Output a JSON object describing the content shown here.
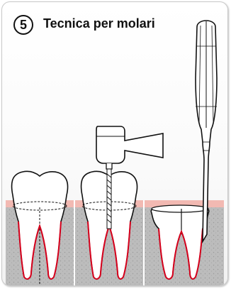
{
  "step": {
    "number": "5"
  },
  "title": {
    "text": "Tecnica per molari"
  },
  "colors": {
    "gum_fill": "#b8b8b8",
    "gum_edge": "#f2b9b2",
    "root_canal_line": "#d6001c",
    "outline": "#111111",
    "card_border": "#c9c9c9"
  },
  "panels": [
    {
      "name": "molar-before",
      "icon": "molar-tooth-icon"
    },
    {
      "name": "molar-drilled",
      "icon": "handpiece-drill-icon"
    },
    {
      "name": "molar-sectioned",
      "icon": "elevator-instrument-icon"
    }
  ]
}
